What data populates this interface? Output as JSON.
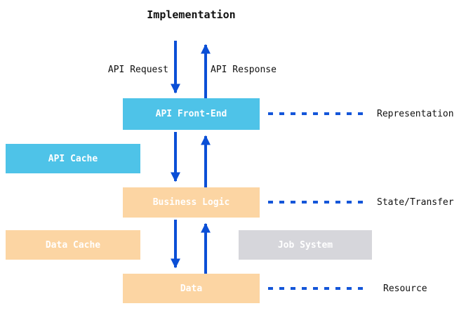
{
  "diagram": {
    "title": "Implementation",
    "arrow_labels": {
      "request": "API Request",
      "response": "API Response"
    },
    "boxes": {
      "api_front_end": "API Front-End",
      "api_cache": "API Cache",
      "business_logic": "Business Logic",
      "data_cache": "Data Cache",
      "job_system": "Job System",
      "data": "Data"
    },
    "side_labels": {
      "representation": "Representation",
      "state_transfer": "State/Transfer",
      "resource": "Resource"
    },
    "colors": {
      "cyan_box": "#4ec3e8",
      "orange_box": "#fcd5a3",
      "gray_box": "#d6d6db",
      "arrow_blue": "#0b4fd6",
      "dash_blue": "#1456d9",
      "text_dark": "#111111",
      "box_text": "#ffffff"
    }
  }
}
